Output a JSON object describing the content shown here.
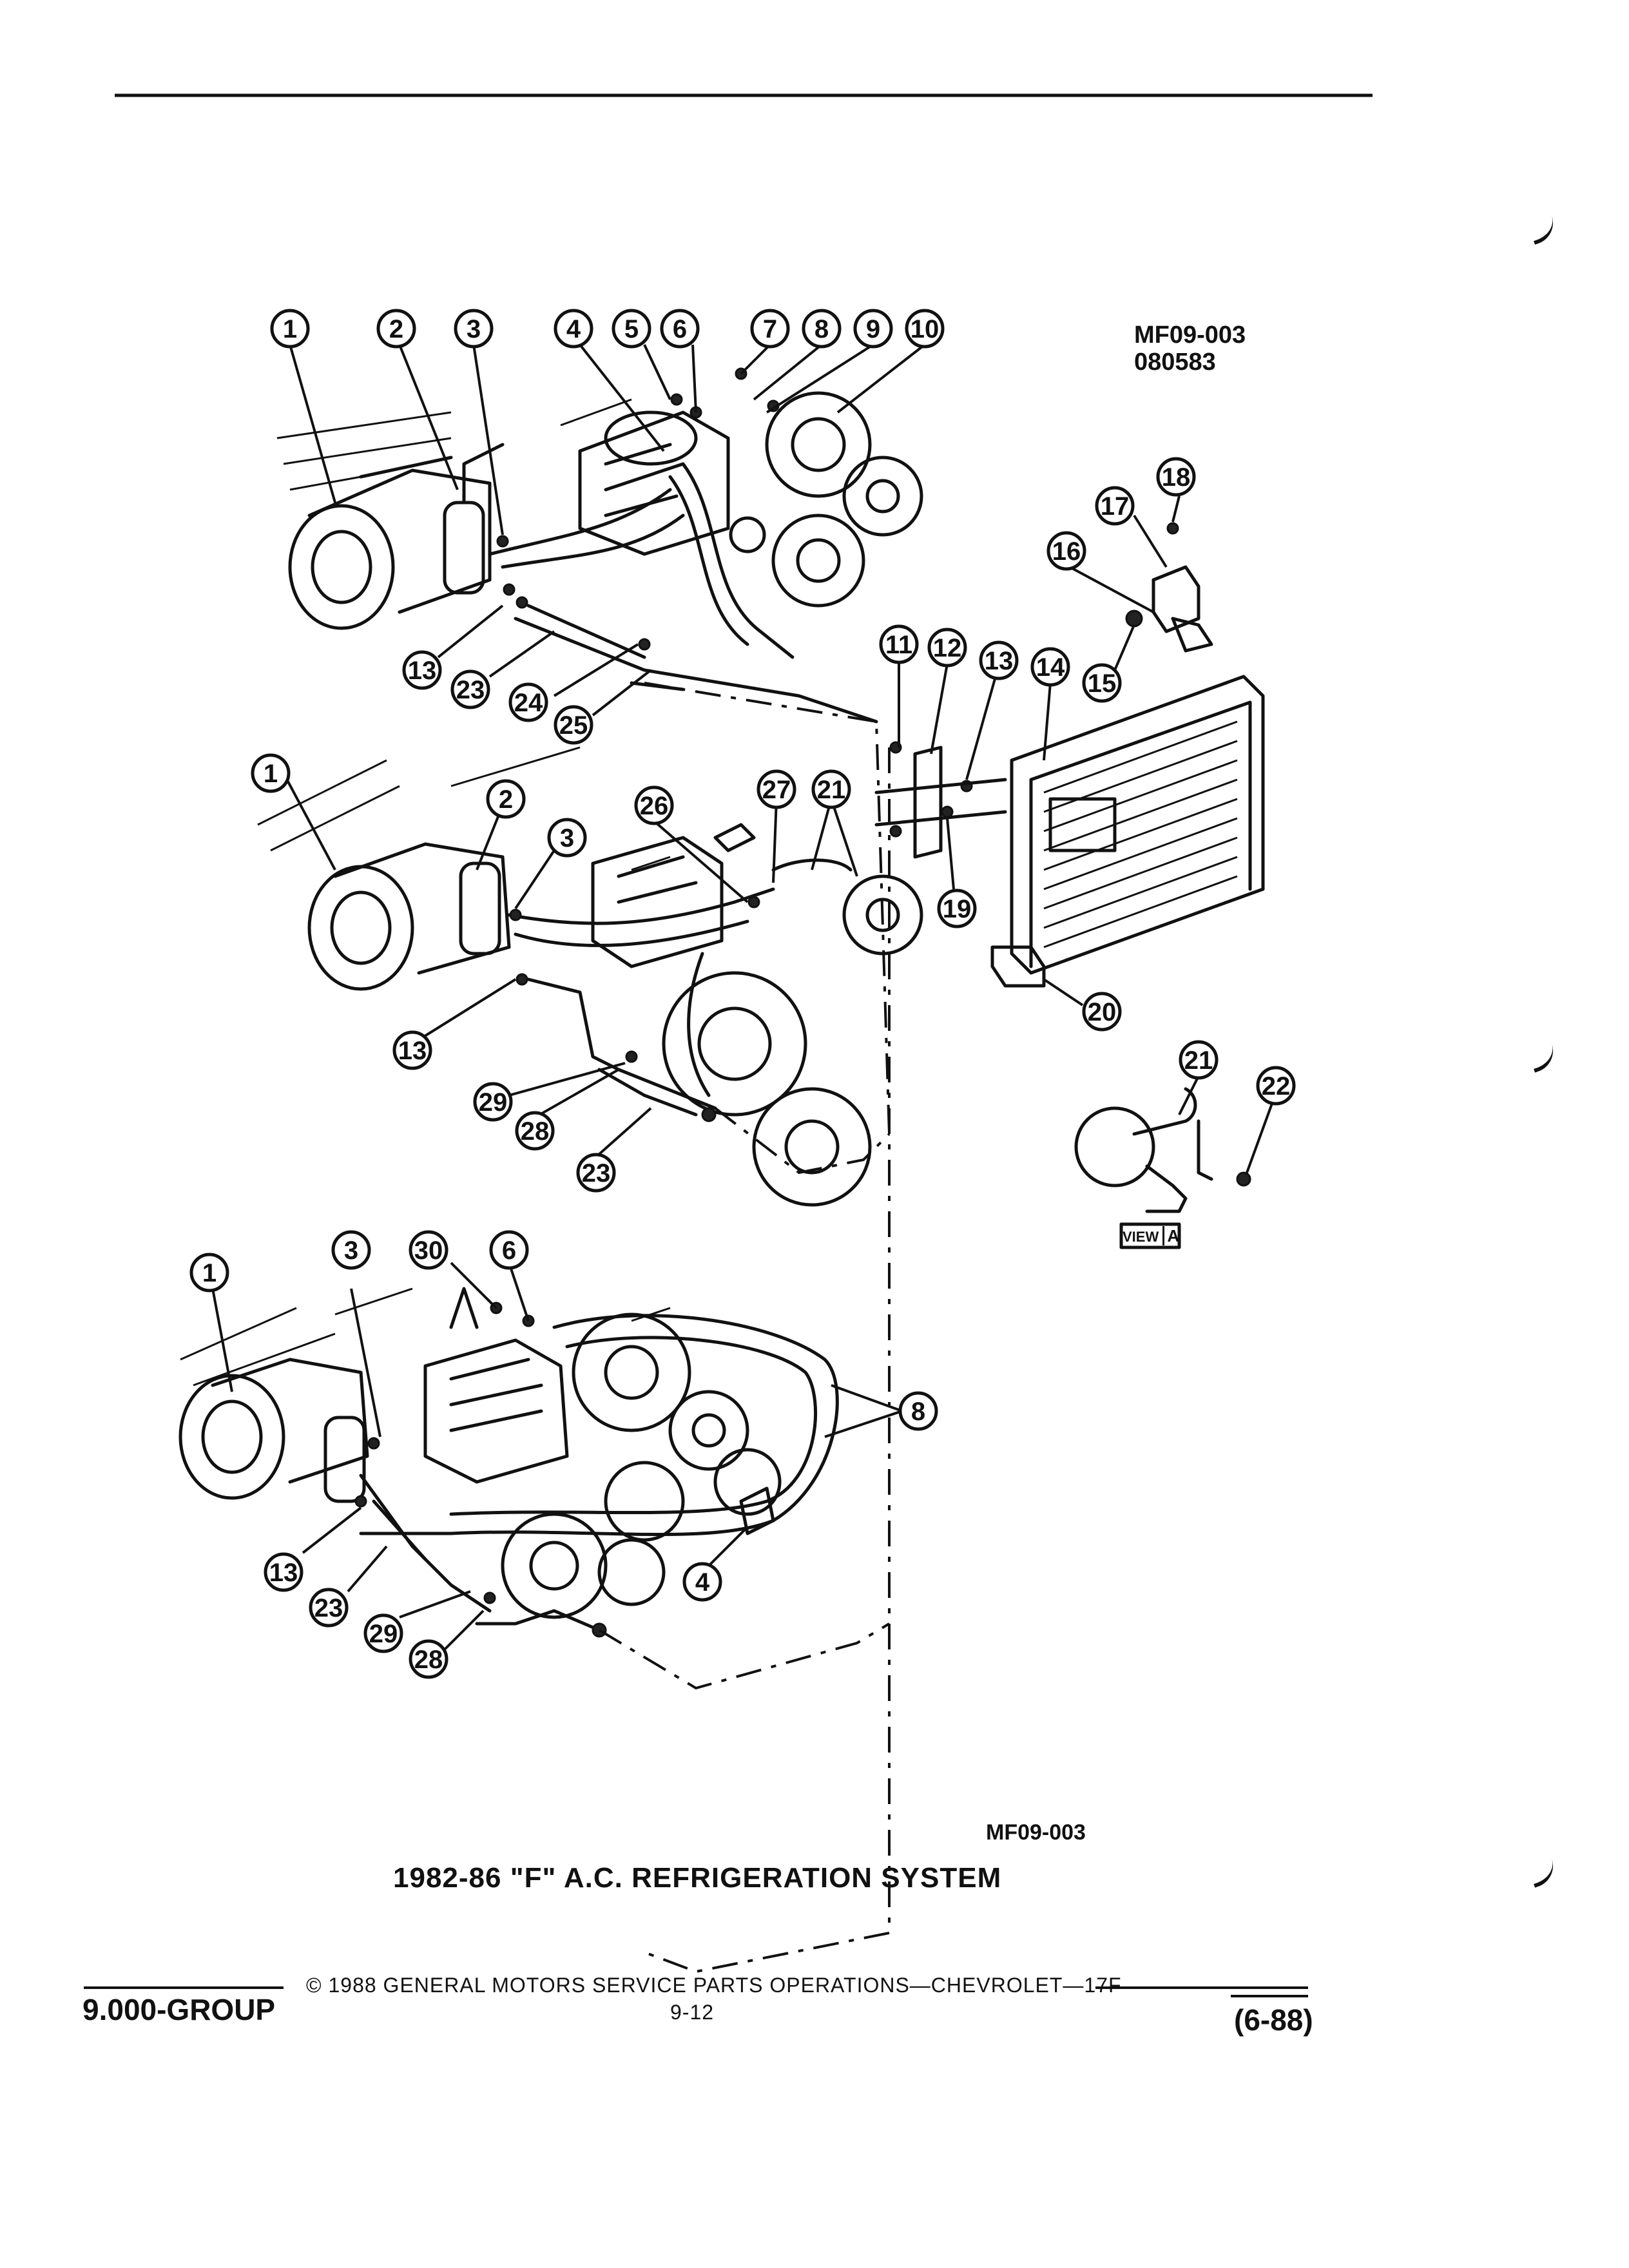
{
  "header": {
    "code_top": "MF09-003",
    "code_date": "080583"
  },
  "figure": {
    "code_bottom": "MF09-003",
    "title": "1982-86 \"F\" A.C. REFRIGERATION SYSTEM",
    "view_label": "VIEW",
    "view_letter": "A",
    "callouts": {
      "top": [
        "1",
        "2",
        "3",
        "4",
        "5",
        "6",
        "7",
        "8",
        "9",
        "10",
        "13",
        "23",
        "24",
        "25"
      ],
      "middle": [
        "1",
        "2",
        "3",
        "26",
        "27",
        "21",
        "13",
        "29",
        "28",
        "23",
        "19"
      ],
      "condenser": [
        "11",
        "12",
        "13",
        "14",
        "15",
        "16",
        "17",
        "18",
        "19",
        "20"
      ],
      "view_a": [
        "21",
        "22"
      ],
      "bottom": [
        "1",
        "3",
        "30",
        "6",
        "8",
        "13",
        "23",
        "29",
        "28",
        "4"
      ]
    }
  },
  "footer": {
    "group": "9.000-GROUP",
    "copyright": "© 1988 GENERAL MOTORS SERVICE PARTS OPERATIONS—CHEVROLET—17F",
    "page_number": "9-12",
    "revision": "(6-88)"
  }
}
